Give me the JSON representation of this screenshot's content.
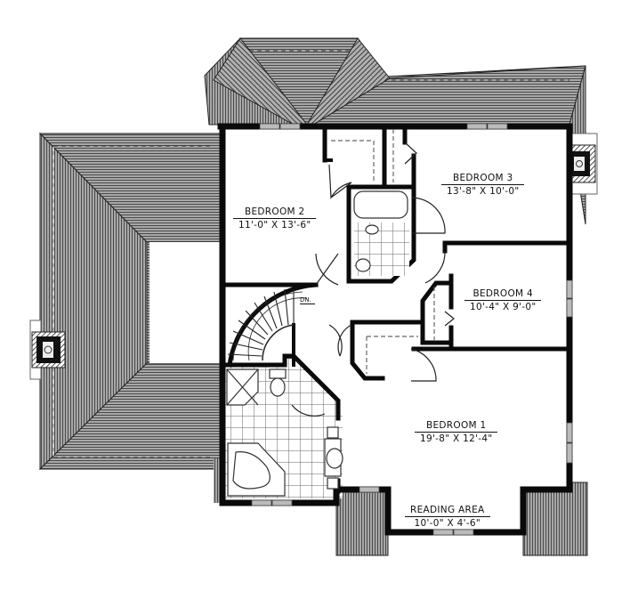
{
  "plan": {
    "type": "second floor plan",
    "colors": {
      "wall": "#0a0a0a",
      "roof": "#8c8c8c",
      "roof_line": "#5a5a5a",
      "tile_grid": "#555555",
      "background": "#ffffff"
    },
    "rooms": [
      {
        "id": "bedroom-2",
        "name": "BEDROOM 2",
        "dims": "11'-0\" X 13'-6\""
      },
      {
        "id": "bedroom-3",
        "name": "BEDROOM 3",
        "dims": "13'-8\" X 10'-0\""
      },
      {
        "id": "bedroom-4",
        "name": "BEDROOM 4",
        "dims": "10'-4\" X 9'-0\""
      },
      {
        "id": "bedroom-1",
        "name": "BEDROOM 1",
        "dims": "19'-8\" X 12'-4\""
      },
      {
        "id": "reading-area",
        "name": "READING AREA",
        "dims": "10'-0\" X 4'-6\""
      }
    ],
    "stair_label": "DN.",
    "fixtures": [
      "bathtub",
      "toilet",
      "sink",
      "corner-tub",
      "shower",
      "double-vanity",
      "spiral-staircase",
      "chimney"
    ]
  }
}
